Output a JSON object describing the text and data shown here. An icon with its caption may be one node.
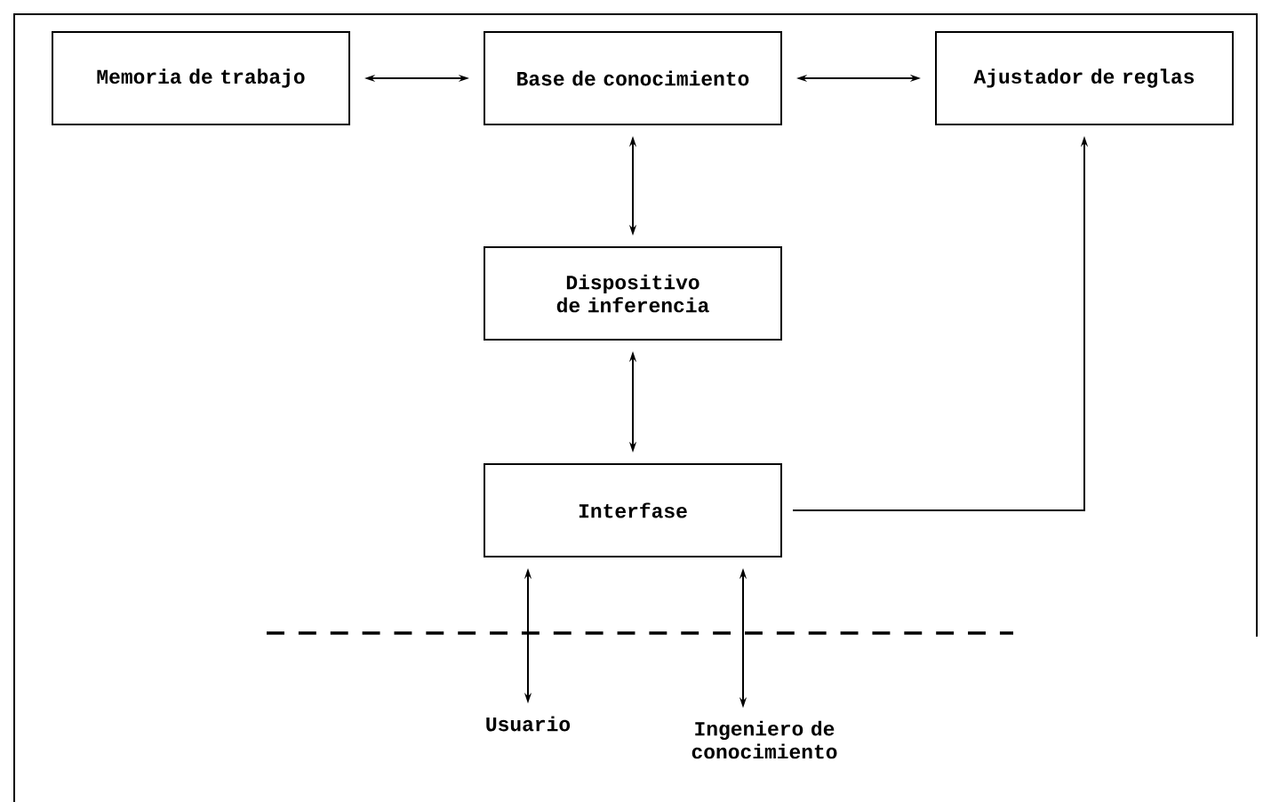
{
  "diagram": {
    "nodes": [
      {
        "text": [
          "Memoria de trabajo"
        ]
      },
      {
        "text": [
          "Base de conocimiento"
        ]
      },
      {
        "text": [
          "Ajustador de reglas"
        ]
      },
      {
        "text": [
          "Dispositivo de inferencia"
        ]
      },
      {
        "text": [
          "Interfase"
        ]
      },
      {
        "text": [
          "Usuario"
        ]
      },
      {
        "text": [
          "Ingeniero de conocimiento"
        ]
      }
    ],
    "edges": [
      {
        "from": 0,
        "to": 1,
        "arrow": "both"
      },
      {
        "from": 1,
        "to": 2,
        "arrow": "both"
      },
      {
        "from": 1,
        "to": 3,
        "arrow": "both"
      },
      {
        "from": 3,
        "to": 4,
        "arrow": "both"
      },
      {
        "from": 4,
        "to": 2,
        "arrow": "to"
      },
      {
        "from": 4,
        "to": 5,
        "arrow": "both"
      },
      {
        "from": 4,
        "to": 6,
        "arrow": "both"
      }
    ]
  }
}
